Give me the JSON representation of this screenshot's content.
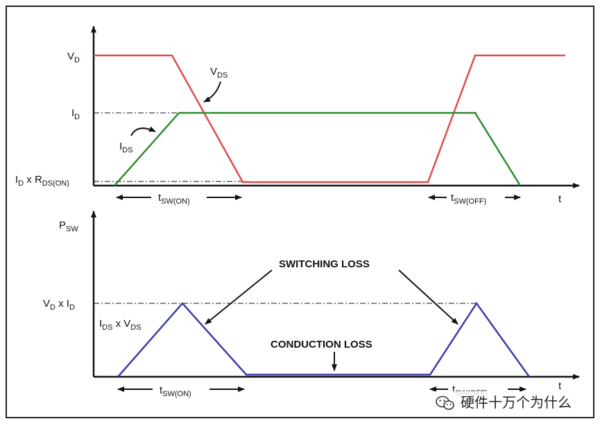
{
  "top_panel": {
    "axis_t": "t",
    "vd": {
      "main": "V",
      "sub": "D"
    },
    "id": {
      "main": "I",
      "sub": "D"
    },
    "vds": {
      "main": "V",
      "sub": "DS"
    },
    "ids": {
      "main": "I",
      "sub": "DS"
    },
    "idrds": {
      "pre": "I",
      "pre_sub": "D",
      "mid": " x R",
      "sub": "DS(ON)"
    },
    "tsw_on": {
      "main": "t",
      "sub": "SW(ON)"
    },
    "tsw_off": {
      "main": "t",
      "sub": "SW(OFF)"
    }
  },
  "bottom_panel": {
    "axis_t": "t",
    "psw": {
      "main": "P",
      "sub": "SW"
    },
    "vdid": {
      "pre": "V",
      "pre_sub": "D",
      "mid": " x I",
      "sub": "D"
    },
    "idsvds": {
      "pre": "I",
      "pre_sub": "DS",
      "mid": " x V",
      "sub": "DS"
    },
    "switching_loss": "SWITCHING LOSS",
    "conduction_loss": "CONDUCTION LOSS",
    "tsw_on": {
      "main": "t",
      "sub": "SW(ON)"
    },
    "tsw_off": {
      "main": "t",
      "sub": "SW(OFF)"
    }
  },
  "watermark": "硬件十万个为什么",
  "colors": {
    "vds": "#e04b4b",
    "ids": "#2e8b2e",
    "psw": "#3b3ba8",
    "frame": "#222222"
  }
}
